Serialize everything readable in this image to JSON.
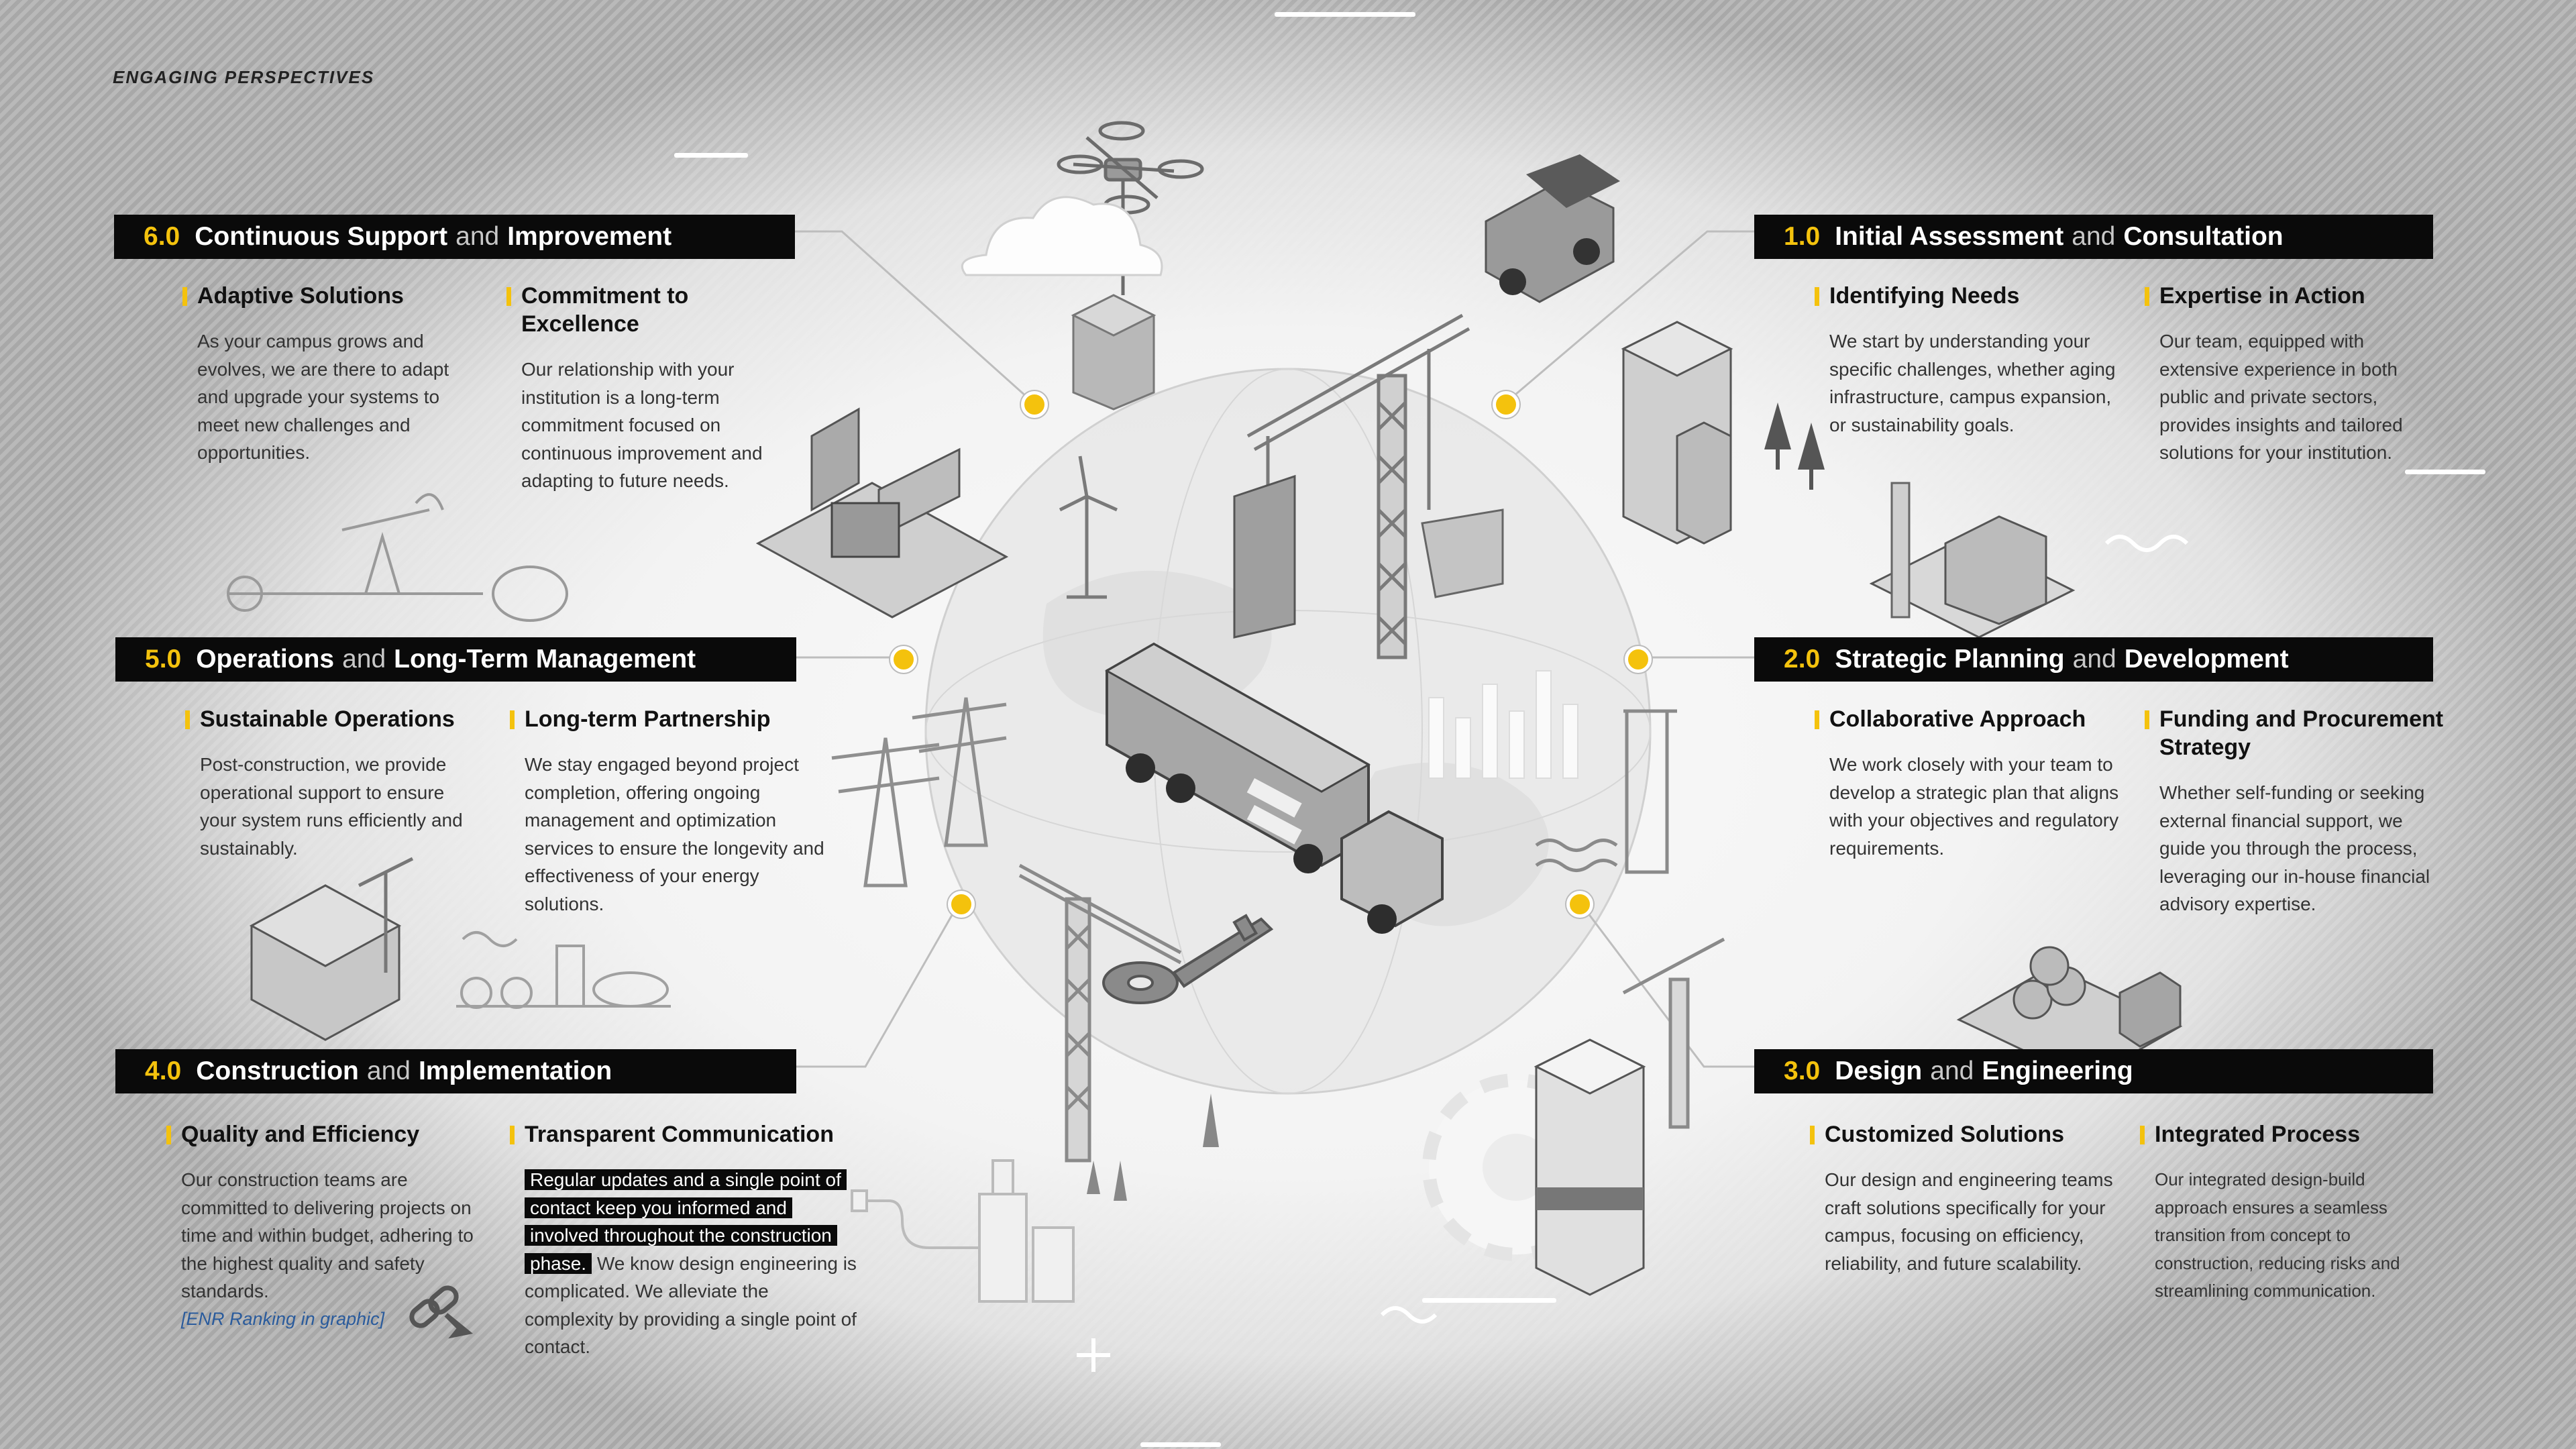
{
  "brand": "ENGAGING PERSPECTIVES",
  "colors": {
    "accent": "#f4c20d",
    "bar": "#0a0a0a",
    "link": "#2a5b9c"
  },
  "phases": [
    {
      "id": "6",
      "num": "6.0",
      "t1": "Continuous Support",
      "t2": "and",
      "t3": "Improvement",
      "cards": [
        {
          "title": "Adaptive Solutions",
          "body": "As your campus grows and evolves, we are there to adapt and upgrade your systems to meet new challenges and opportunities."
        },
        {
          "title": "Commitment to Excellence",
          "body": "Our relationship with your institution is a long-term commitment focused on continuous improvement and adapting to future needs."
        }
      ]
    },
    {
      "id": "5",
      "num": "5.0",
      "t1": "Operations",
      "t2": "and",
      "t3": "Long-Term Management",
      "cards": [
        {
          "title": "Sustainable Operations",
          "body": "Post-construction, we provide operational support to ensure your system runs efficiently and sustainably."
        },
        {
          "title": "Long-term Partnership",
          "body": "We stay engaged beyond project completion, offering ongoing management and optimization services to ensure the longevity and effectiveness of your energy solutions."
        }
      ]
    },
    {
      "id": "4",
      "num": "4.0",
      "t1": "Construction",
      "t2": "and",
      "t3": "Implementation",
      "cards": [
        {
          "title": "Quality and Efficiency",
          "body": "Our construction teams are committed to delivering projects on time and within budget, adhering to the highest quality and safety standards.",
          "link": "[ENR Ranking in graphic]"
        },
        {
          "title": "Transparent Communication",
          "highlight": "Regular updates and a single point of contact keep you informed and involved throughout the construction phase.",
          "body": "We know design engineering is complicated. We alleviate the complexity by providing a single point of contact."
        }
      ]
    },
    {
      "id": "1",
      "num": "1.0",
      "t1": "Initial Assessment",
      "t2": "and",
      "t3": "Consultation",
      "cards": [
        {
          "title": "Identifying Needs",
          "body": "We start by understanding your specific challenges, whether aging infrastructure, campus expansion, or sustainability goals."
        },
        {
          "title": "Expertise in Action",
          "body": "Our team, equipped with extensive experience in both public and private sectors, provides insights and tailored solutions for your institution."
        }
      ]
    },
    {
      "id": "2",
      "num": "2.0",
      "t1": "Strategic Planning",
      "t2": "and",
      "t3": "Development",
      "cards": [
        {
          "title": "Collaborative Approach",
          "body": "We work closely with your team to develop a strategic plan that aligns with your objectives and regulatory requirements."
        },
        {
          "title": "Funding and Procurement Strategy",
          "body": "Whether self-funding or seeking external financial support, we guide you through the process, leveraging our in-house financial advisory expertise."
        }
      ]
    },
    {
      "id": "3",
      "num": "3.0",
      "t1": "Design",
      "t2": "and",
      "t3": "Engineering",
      "cards": [
        {
          "title": "Customized Solutions",
          "body": "Our design and engineering teams craft solutions specifically for your campus, focusing on efficiency, reliability, and future scalability."
        },
        {
          "title": "Integrated Process",
          "body": "Our integrated design-build approach ensures a seamless transition from concept to construction, reducing risks and streamlining communication."
        }
      ]
    }
  ],
  "icons": [
    "link-cursor-icon",
    "drone-icon",
    "dump-truck-icon",
    "crane-icon",
    "semi-truck-icon",
    "key-icon",
    "wind-turbine-icon",
    "power-pylon-icon",
    "oil-pump-icon",
    "building-icon",
    "gear-icon",
    "pipes-icon",
    "tree-icon",
    "cloud-icon",
    "factory-icon"
  ]
}
